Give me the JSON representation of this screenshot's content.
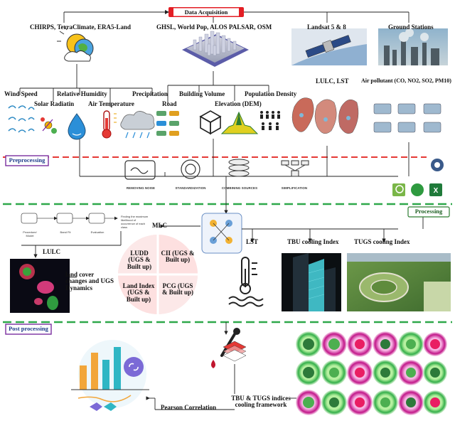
{
  "sections": {
    "data_acquisition": "Data Acquisition",
    "preprocessing": "Preprocessing",
    "processing": "Processing",
    "post_processing": "Post processing"
  },
  "sources": {
    "climate": "CHIRPS, TerraClimate, ERA5-Land",
    "urban": "GHSL, World Pop, ALOS PALSAR, OSM",
    "landsat": "Landsat 5 & 8",
    "ground": "Ground Stations"
  },
  "variables": {
    "wind_speed": "Wind Speed",
    "solar_radiation": "Solar Radiatin",
    "relative_humidity": "Relative Humidity",
    "air_temperature": "Air Temperature",
    "precipitation": "Precipitation",
    "road": "Road",
    "building_volume": "Building Volume",
    "elevation": "Elevation (DEM)",
    "population_density": "Population Density",
    "lulc_lst": "LULC, LST",
    "air_pollutant": "Air pollutant (CO, NO2, SO2, PM10)"
  },
  "preprocessing_steps": [
    "REMOVING NOISE",
    "STANDARDIZATION",
    "COMBINING SOURCES",
    "SIMPLIFICATION"
  ],
  "processing": {
    "flow_boxes": [
      "Procedure/ Model",
      "Band Fit",
      "Evaluation"
    ],
    "flow_note": "Finding the maximum likelihood of occurrence of each class",
    "mlc": "MLC",
    "lulc": "LULC",
    "dynamics": "land cover changes and UGS Dynamics",
    "lst": "LST",
    "tbu_index": "TBU cooling Index",
    "tugs_index": "TUGS cooling Index",
    "indices": {
      "ludd": "LUDD (UGS & Built up)",
      "cii": "CII (UGS & Built up)",
      "land_index": "Land Index (UGS & Built up)",
      "pcg": "PCG (UGS & Built up)"
    }
  },
  "post": {
    "pearson": "Pearson Correlation",
    "framework": "TBU & TUGS indices cooling framework"
  },
  "colors": {
    "data_acq_tag": "#e31e24",
    "divider_red": "#e53935",
    "divider_green": "#2ea84a",
    "tag_border": "#7a2fa0",
    "tag_text_blue": "#1e3a8a",
    "tag_text_green": "#1b5e20",
    "ring_green": "#4caf50",
    "ring_magenta": "#d81b8c"
  }
}
